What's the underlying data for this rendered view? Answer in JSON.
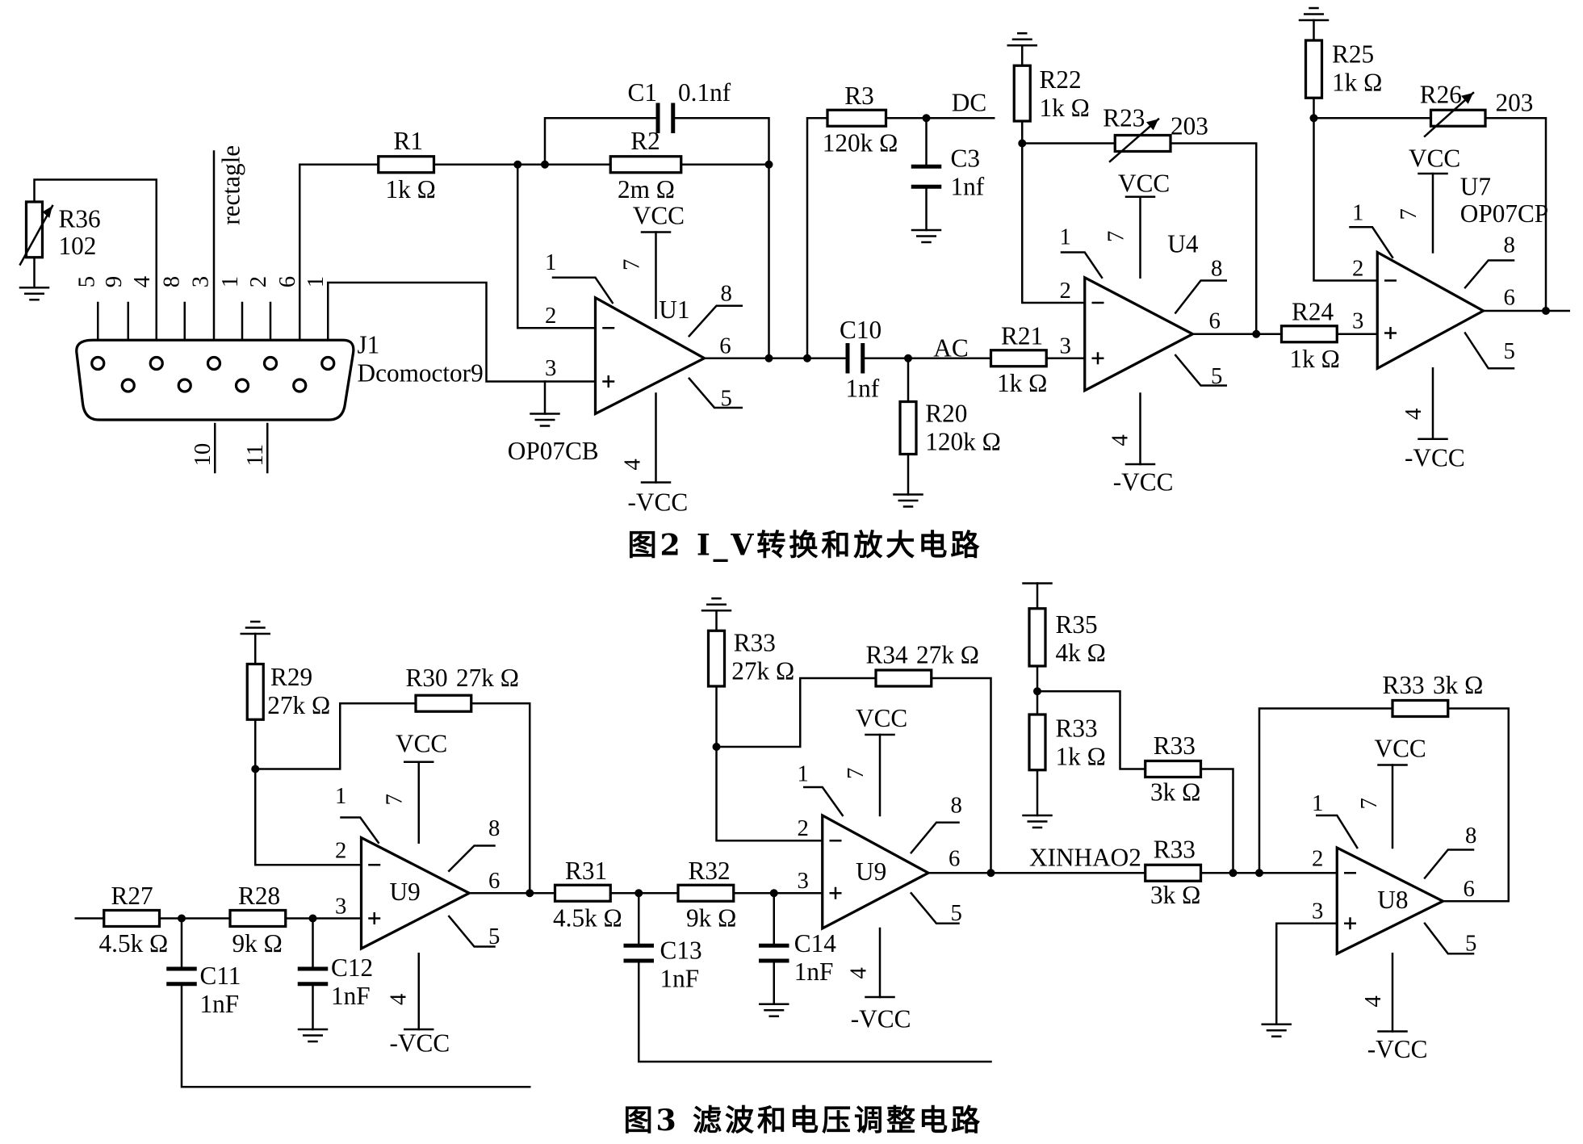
{
  "figure2": {
    "caption": "图2  I_V转换和放大电路",
    "connector": {
      "ref": "J1",
      "name": "Dcomoctor9",
      "pins_top": [
        "5",
        "9",
        "4",
        "8",
        "3",
        "1",
        "2",
        "6",
        "1"
      ],
      "pins_bottom": [
        "10",
        "11"
      ],
      "signal": "rectagle"
    },
    "r36": {
      "ref": "R36",
      "value": "102"
    },
    "r1": {
      "ref": "R1",
      "value": "1k Ω"
    },
    "c1": {
      "ref": "C1",
      "value": "0.1nf"
    },
    "r2": {
      "ref": "R2",
      "value": "2m Ω"
    },
    "r3": {
      "ref": "R3",
      "value": "120k Ω"
    },
    "c3": {
      "ref": "C3",
      "value": "1nf"
    },
    "c10": {
      "ref": "C10",
      "value": "1nf"
    },
    "r20": {
      "ref": "R20",
      "value": "120k Ω"
    },
    "r21": {
      "ref": "R21",
      "value": "1k Ω"
    },
    "r22": {
      "ref": "R22",
      "value": "1k Ω"
    },
    "r23": {
      "ref": "R23",
      "value": "203"
    },
    "r24": {
      "ref": "R24",
      "value": "1k Ω"
    },
    "r25": {
      "ref": "R25",
      "value": "1k Ω"
    },
    "r26": {
      "ref": "R26",
      "value": "203"
    },
    "nets": {
      "dc": "DC",
      "ac": "AC",
      "vcc": "VCC",
      "vee": "-VCC"
    },
    "u1": {
      "ref": "U1",
      "part": "OP07CB"
    },
    "u4": {
      "ref": "U4"
    },
    "u7": {
      "ref": "U7",
      "part": "OP07CP"
    },
    "pins": {
      "p1": "1",
      "p2": "2",
      "p3": "3",
      "p4": "4",
      "p5": "5",
      "p6": "6",
      "p7": "7",
      "p8": "8"
    }
  },
  "figure3": {
    "caption": "图3  滤波和电压调整电路",
    "r27": {
      "ref": "R27",
      "value": "4.5k Ω"
    },
    "r28": {
      "ref": "R28",
      "value": "9k Ω"
    },
    "c11": {
      "ref": "C11",
      "value": "1nF"
    },
    "c12": {
      "ref": "C12",
      "value": "1nF"
    },
    "r29": {
      "ref": "R29",
      "value": "27k Ω"
    },
    "r30": {
      "ref": "R30",
      "value": "27k Ω"
    },
    "u9a": {
      "ref": "U9"
    },
    "r31": {
      "ref": "R31",
      "value": "4.5k Ω"
    },
    "r32": {
      "ref": "R32",
      "value": "9k Ω"
    },
    "c13": {
      "ref": "C13",
      "value": "1nF"
    },
    "c14": {
      "ref": "C14",
      "value": "1nF"
    },
    "r33a": {
      "ref": "R33",
      "value": "27k Ω"
    },
    "r34": {
      "ref": "R34",
      "value": "27k Ω"
    },
    "u9b": {
      "ref": "U9"
    },
    "r35": {
      "ref": "R35",
      "value": "4k Ω"
    },
    "r33b": {
      "ref": "R33",
      "value": "1k Ω"
    },
    "r33c": {
      "ref": "R33",
      "value": "3k Ω"
    },
    "r33d": {
      "ref": "R33",
      "value": "3k Ω"
    },
    "r33e": {
      "ref": "R33",
      "value": "3k Ω"
    },
    "net_xinhao2": "XINHAO2",
    "u8": {
      "ref": "U8"
    }
  }
}
